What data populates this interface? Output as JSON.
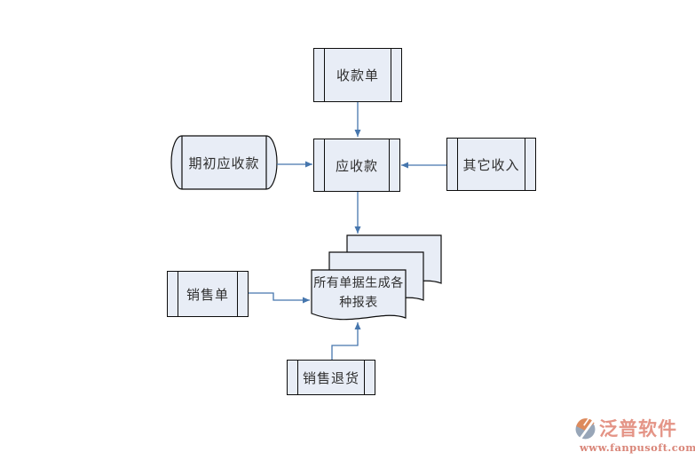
{
  "page": {
    "background": "#ffffff"
  },
  "diagram": {
    "type": "flowchart",
    "colors": {
      "node_fill": "#e8edf6",
      "node_border": "#0d0d0d",
      "arrow": "#4676ad",
      "label_text": "#2f2f2f"
    },
    "nodes": {
      "receipt": {
        "label": "收款单",
        "shape": "predefined-process"
      },
      "beginning_receivable": {
        "label": "期初应收款",
        "shape": "stored-data-cylinder"
      },
      "receivable": {
        "label": "应收款",
        "shape": "predefined-process"
      },
      "other_income": {
        "label": "其它收入",
        "shape": "predefined-process"
      },
      "reports": {
        "label": "所有单据生成各种报表",
        "shape": "multi-document"
      },
      "sales_order": {
        "label": "销售单",
        "shape": "predefined-process"
      },
      "sales_return": {
        "label": "销售退货",
        "shape": "predefined-process"
      }
    },
    "edges": [
      {
        "from": "receipt",
        "to": "receivable"
      },
      {
        "from": "beginning_receivable",
        "to": "receivable"
      },
      {
        "from": "other_income",
        "to": "receivable"
      },
      {
        "from": "receivable",
        "to": "reports"
      },
      {
        "from": "sales_order",
        "to": "reports"
      },
      {
        "from": "sales_return",
        "to": "reports"
      }
    ]
  },
  "watermark": {
    "brand": "泛普软件",
    "url": "www.fanpusoft.com",
    "brand_color": "#e49486",
    "url_color": "#d98578",
    "icon_orange": "#dd8a5c",
    "icon_grey": "#98a6b8"
  }
}
